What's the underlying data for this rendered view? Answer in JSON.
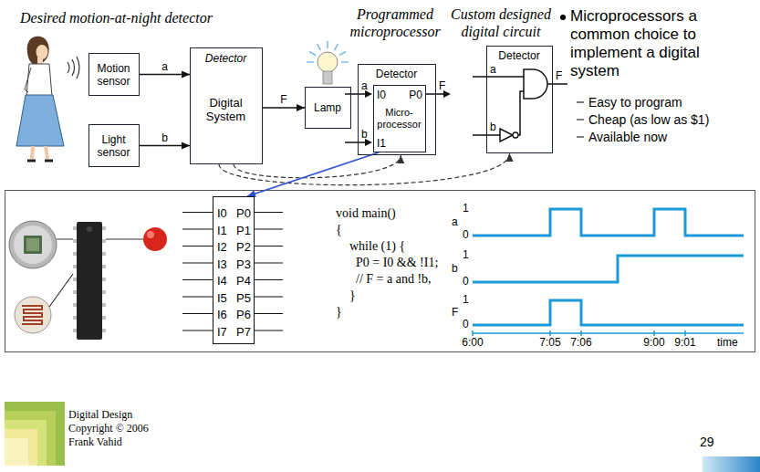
{
  "diagram": {
    "nodes": [
      {
        "text": [
          "Motion sensor"
        ]
      },
      {
        "text": [
          "Light sensor"
        ]
      },
      {
        "text": [
          "Detector",
          "Digital System"
        ]
      },
      {
        "text": [
          "Lamp"
        ]
      },
      {
        "text": [
          "Detector"
        ]
      },
      {
        "text": [
          "I0",
          "P0",
          "I1",
          "Micro- processor"
        ],
        "in": 4
      },
      {
        "text": [
          "Detector"
        ]
      },
      {
        "text": [
          "I0",
          "P0",
          "I1",
          "P1",
          "I2",
          "P2",
          "I3",
          "P3",
          "I4",
          "P4",
          "I5",
          "P5",
          "I6",
          "P6",
          "I7",
          "P7"
        ]
      }
    ],
    "edges": [
      {
        "from": 0,
        "to": 2,
        "arrow": "to",
        "label": "a"
      },
      {
        "from": 1,
        "to": 2,
        "arrow": "to",
        "label": "b"
      },
      {
        "from": 2,
        "to": 3,
        "arrow": "to",
        "label": "F"
      },
      {
        "from": 2,
        "to": 4,
        "arrow": "to"
      },
      {
        "from": 2,
        "to": 6,
        "arrow": "to"
      },
      {
        "from": 5,
        "to": 7,
        "arrow": "to"
      }
    ],
    "labels": [
      "Desired motion-at-night detector",
      "Programmed microprocessor",
      "Custom designed digital circuit",
      "Microprocessors a common choice to implement a digital system",
      "Easy to program",
      "Cheap (as low as $1)",
      "Available now",
      "a",
      "b",
      "F",
      "a",
      "b",
      "F",
      "void main()",
      "{",
      "while (1) {",
      "P0 = I0 && !I1;",
      "// F = a and !b,",
      "}",
      "}",
      "1",
      "a",
      "0",
      "1",
      "b",
      "0",
      "1",
      "F",
      "0",
      "6:00",
      "7:05",
      "7:06",
      "9:00",
      "9:01",
      "time",
      "Digital Design",
      "Copyright © 2006",
      "Frank Vahid",
      "29"
    ]
  }
}
